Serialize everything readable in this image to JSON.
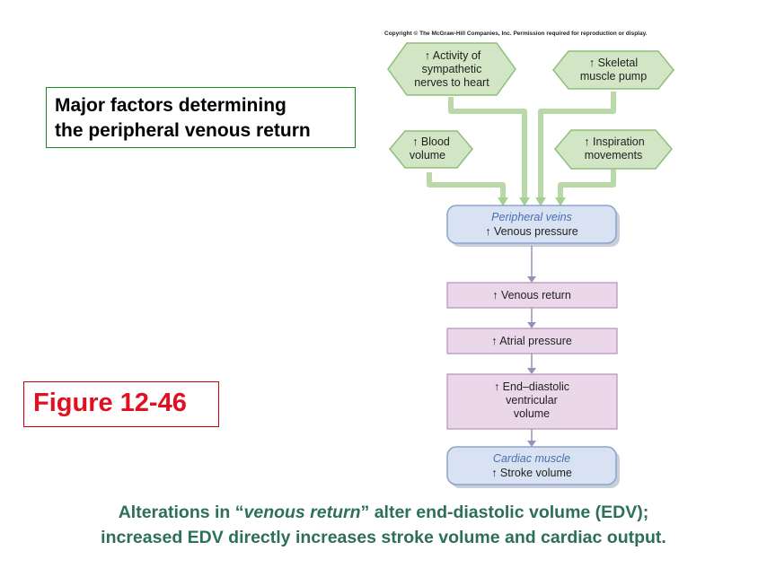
{
  "copyright": "Copyright © The McGraw-Hill Companies, Inc. Permission required for reproduction or display.",
  "title": {
    "line1": "Major factors determining",
    "line2": "the peripheral venous return"
  },
  "figure_label": "Figure 12-46",
  "factors": {
    "sympathetic": {
      "arrow": "↑",
      "lines": [
        "Activity of",
        "sympathetic",
        "nerves to heart"
      ]
    },
    "skeletal": {
      "arrow": "↑",
      "lines": [
        "Skeletal",
        "muscle pump"
      ]
    },
    "blood": {
      "arrow": "↑",
      "lines": [
        "Blood",
        "volume"
      ]
    },
    "inspiration": {
      "arrow": "↑",
      "lines": [
        "Inspiration",
        "movements"
      ]
    }
  },
  "steps": {
    "peripheral_veins": {
      "heading": "Peripheral  veins",
      "text": "↑ Venous pressure"
    },
    "venous_return": {
      "text": "↑ Venous return"
    },
    "atrial_pressure": {
      "text": "↑ Atrial pressure"
    },
    "edv": {
      "lines": [
        "↑  End–diastolic",
        "ventricular",
        "volume"
      ]
    },
    "cardiac_muscle": {
      "heading": "Cardiac  muscle",
      "text": "↑ Stroke volume"
    }
  },
  "caption": {
    "line1_pre": "Alterations in “",
    "line1_em": "venous return",
    "line1_post": "” alter end-diastolic volume (EDV);",
    "line2": "increased EDV directly increases stroke volume and cardiac output."
  },
  "colors": {
    "hexagon_fill": "#d2e6c6",
    "hexagon_stroke": "#8fbf7a",
    "blue_box_fill": "#d8e2f2",
    "blue_box_stroke": "#8aa3cc",
    "pink_box_fill": "#ead8ea",
    "pink_box_stroke": "#b88fb8",
    "figure_red": "#e01020",
    "caption_green": "#2d6e5c"
  }
}
